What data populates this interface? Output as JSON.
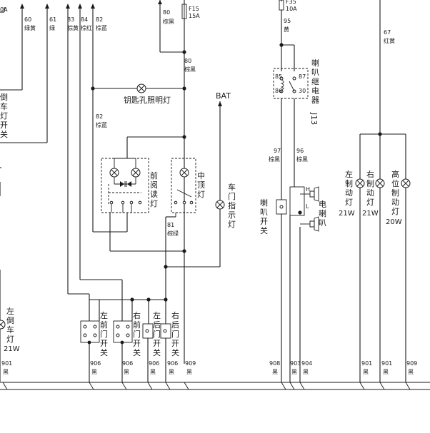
{
  "fuses": [
    {
      "id": "F15",
      "rating": "15A"
    },
    {
      "id": "F35",
      "rating": "10A"
    }
  ],
  "top_left_fragment": "0A",
  "wires": {
    "w60": {
      "num": "60",
      "color": "绿黄"
    },
    "w61": {
      "num": "61",
      "color": "绿"
    },
    "w83": {
      "num": "83",
      "color": "棕黄"
    },
    "w84": {
      "num": "84",
      "color": "棕红"
    },
    "w82t": {
      "num": "82",
      "color": "棕蓝"
    },
    "w80a": {
      "num": "80",
      "color": "棕黑"
    },
    "w80b": {
      "num": "80",
      "color": "棕黑"
    },
    "w82m": {
      "num": "82",
      "color": "棕蓝"
    },
    "w81": {
      "num": "81",
      "color": "棕绿"
    },
    "w95": {
      "num": "95",
      "color": "黄"
    },
    "w67": {
      "num": "67",
      "color": "红黄"
    },
    "w97": {
      "num": "97",
      "color": "棕黑"
    },
    "w96": {
      "num": "96",
      "color": "棕黑"
    }
  },
  "bottom_wires": [
    {
      "num": "901",
      "color": "黑"
    },
    {
      "num": "906",
      "color": "黑"
    },
    {
      "num": "906",
      "color": "黑"
    },
    {
      "num": "906",
      "color": "黑"
    },
    {
      "num": "906",
      "color": "黑"
    },
    {
      "num": "909",
      "color": "黑"
    },
    {
      "num": "908",
      "color": "黑"
    },
    {
      "num": "903",
      "color": "黑"
    },
    {
      "num": "904",
      "color": "黑"
    },
    {
      "num": "901",
      "color": "黑"
    },
    {
      "num": "901",
      "color": "黑"
    },
    {
      "num": "909",
      "color": "黑"
    }
  ],
  "labels": {
    "key_light": "钥匙孔照明灯",
    "bat": "BAT",
    "reading_light": [
      "前",
      "阅",
      "读",
      "灯"
    ],
    "dome_light": [
      "中",
      "顶",
      "灯"
    ],
    "door_indicator": [
      "车",
      "门",
      "指",
      "示",
      "灯"
    ],
    "reverse_switch_partial": [
      "倒",
      "车",
      "灯",
      "开",
      "关"
    ],
    "left_reverse_light": [
      "左",
      "倒",
      "车",
      "灯"
    ],
    "left_reverse_watt": "21W",
    "lf_door": [
      "左",
      "前",
      "门",
      "开",
      "关"
    ],
    "rf_door": [
      "右",
      "前",
      "门",
      "开",
      "关"
    ],
    "lr_door": [
      "左",
      "后",
      "门",
      "开",
      "关"
    ],
    "rr_door": [
      "右",
      "后",
      "门",
      "开",
      "关"
    ],
    "horn_relay": [
      "喇",
      "叭",
      "继",
      "电",
      "器"
    ],
    "horn_relay_code": "J13",
    "relay_pins": {
      "p85": "85",
      "p86": "86",
      "p87": "87",
      "p30": "30"
    },
    "horn_switch": [
      "喇",
      "叭",
      "开",
      "关"
    ],
    "electric_horn": [
      "电",
      "喇",
      "叭"
    ],
    "horn_h": "H",
    "horn_l": "L",
    "left_brake": [
      "左",
      "制",
      "动",
      "灯"
    ],
    "right_brake": [
      "右",
      "制",
      "动",
      "灯"
    ],
    "high_brake": [
      "高",
      "位",
      "制",
      "动",
      "灯"
    ],
    "watt_21a": "21W",
    "watt_21b": "21W",
    "watt_20": "20W"
  }
}
